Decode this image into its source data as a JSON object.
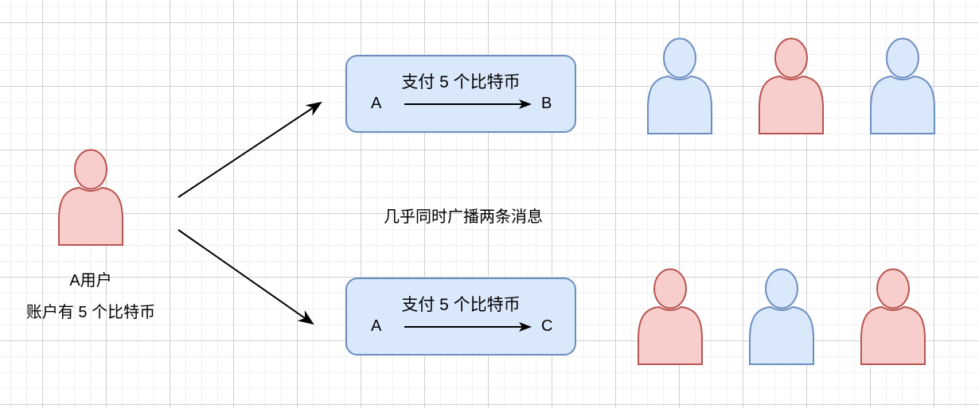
{
  "user": {
    "name": "A用户",
    "balance": "账户有 5 个比特币"
  },
  "broadcast_label": "几乎同时广播两条消息",
  "transactions": [
    {
      "title": "支付 5 个比特币",
      "from": "A",
      "to": "B"
    },
    {
      "title": "支付 5 个比特币",
      "from": "A",
      "to": "C"
    }
  ],
  "colors": {
    "red_fill": "#f8cecc",
    "red_stroke": "#b85450",
    "blue_fill": "#dae8fc",
    "blue_stroke": "#6c8ebf"
  },
  "nodes_top": [
    "blue",
    "red",
    "blue"
  ],
  "nodes_bottom": [
    "red",
    "blue",
    "red"
  ]
}
